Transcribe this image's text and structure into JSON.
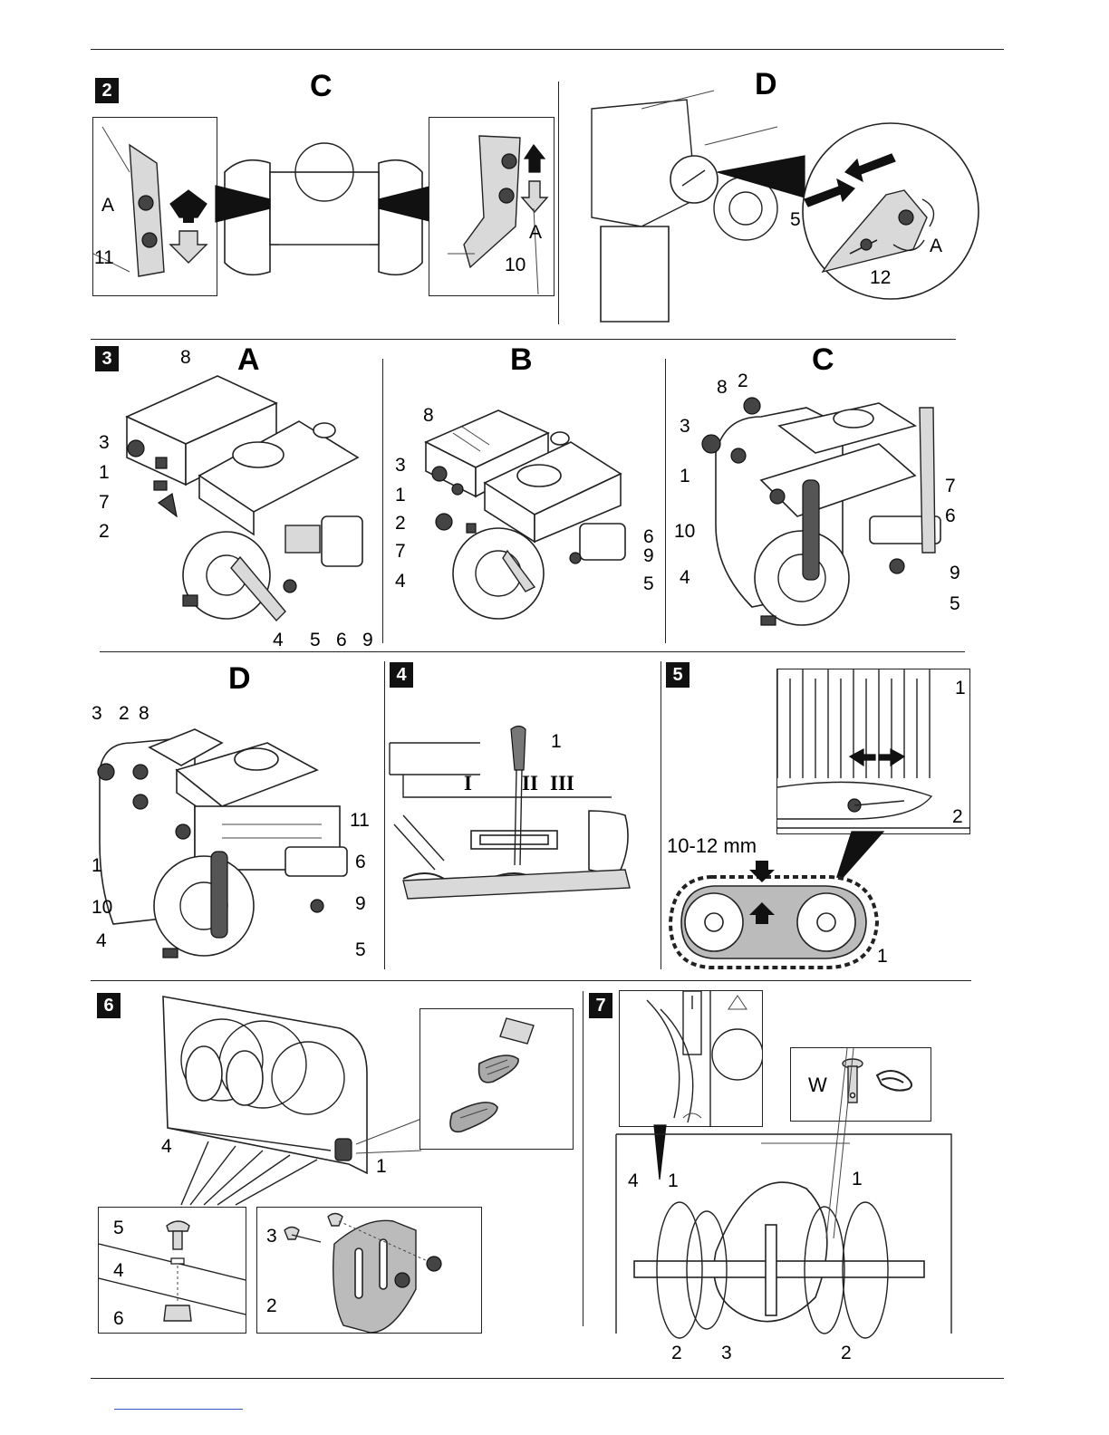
{
  "figures": {
    "fig2": {
      "number": "2",
      "panel_c": {
        "caption": "C",
        "labels": [
          "A",
          "11",
          "A",
          "10"
        ]
      },
      "panel_d": {
        "caption": "D",
        "labels": [
          "5",
          "A",
          "12"
        ]
      }
    },
    "fig3": {
      "number": "3",
      "panel_a": {
        "caption": "A",
        "labels": [
          "8",
          "3",
          "1",
          "7",
          "2",
          "4",
          "5",
          "6",
          "9"
        ]
      },
      "panel_b": {
        "caption": "B",
        "labels": [
          "8",
          "3",
          "1",
          "2",
          "7",
          "4",
          "6",
          "9",
          "5"
        ]
      },
      "panel_c": {
        "caption": "C",
        "labels": [
          "8",
          "2",
          "3",
          "1",
          "10",
          "4",
          "7",
          "6",
          "9",
          "5"
        ]
      },
      "panel_d": {
        "caption": "D",
        "labels": [
          "3",
          "2",
          "8",
          "1",
          "10",
          "4",
          "11",
          "6",
          "9",
          "5"
        ]
      }
    },
    "fig4": {
      "number": "4",
      "labels": [
        "1",
        "I",
        "II",
        "III"
      ]
    },
    "fig5": {
      "number": "5",
      "labels": [
        "1",
        "2",
        "1"
      ],
      "measurement": "10-12 mm"
    },
    "fig6": {
      "number": "6",
      "labels": [
        "4",
        "1",
        "5",
        "4",
        "6",
        "3",
        "2"
      ]
    },
    "fig7": {
      "number": "7",
      "labels": [
        "W",
        "4",
        "1",
        "1",
        "2",
        "3",
        "2"
      ]
    }
  },
  "colors": {
    "rule": "#222222",
    "label_box": "#111111",
    "footer_link": "#3a55c9"
  }
}
